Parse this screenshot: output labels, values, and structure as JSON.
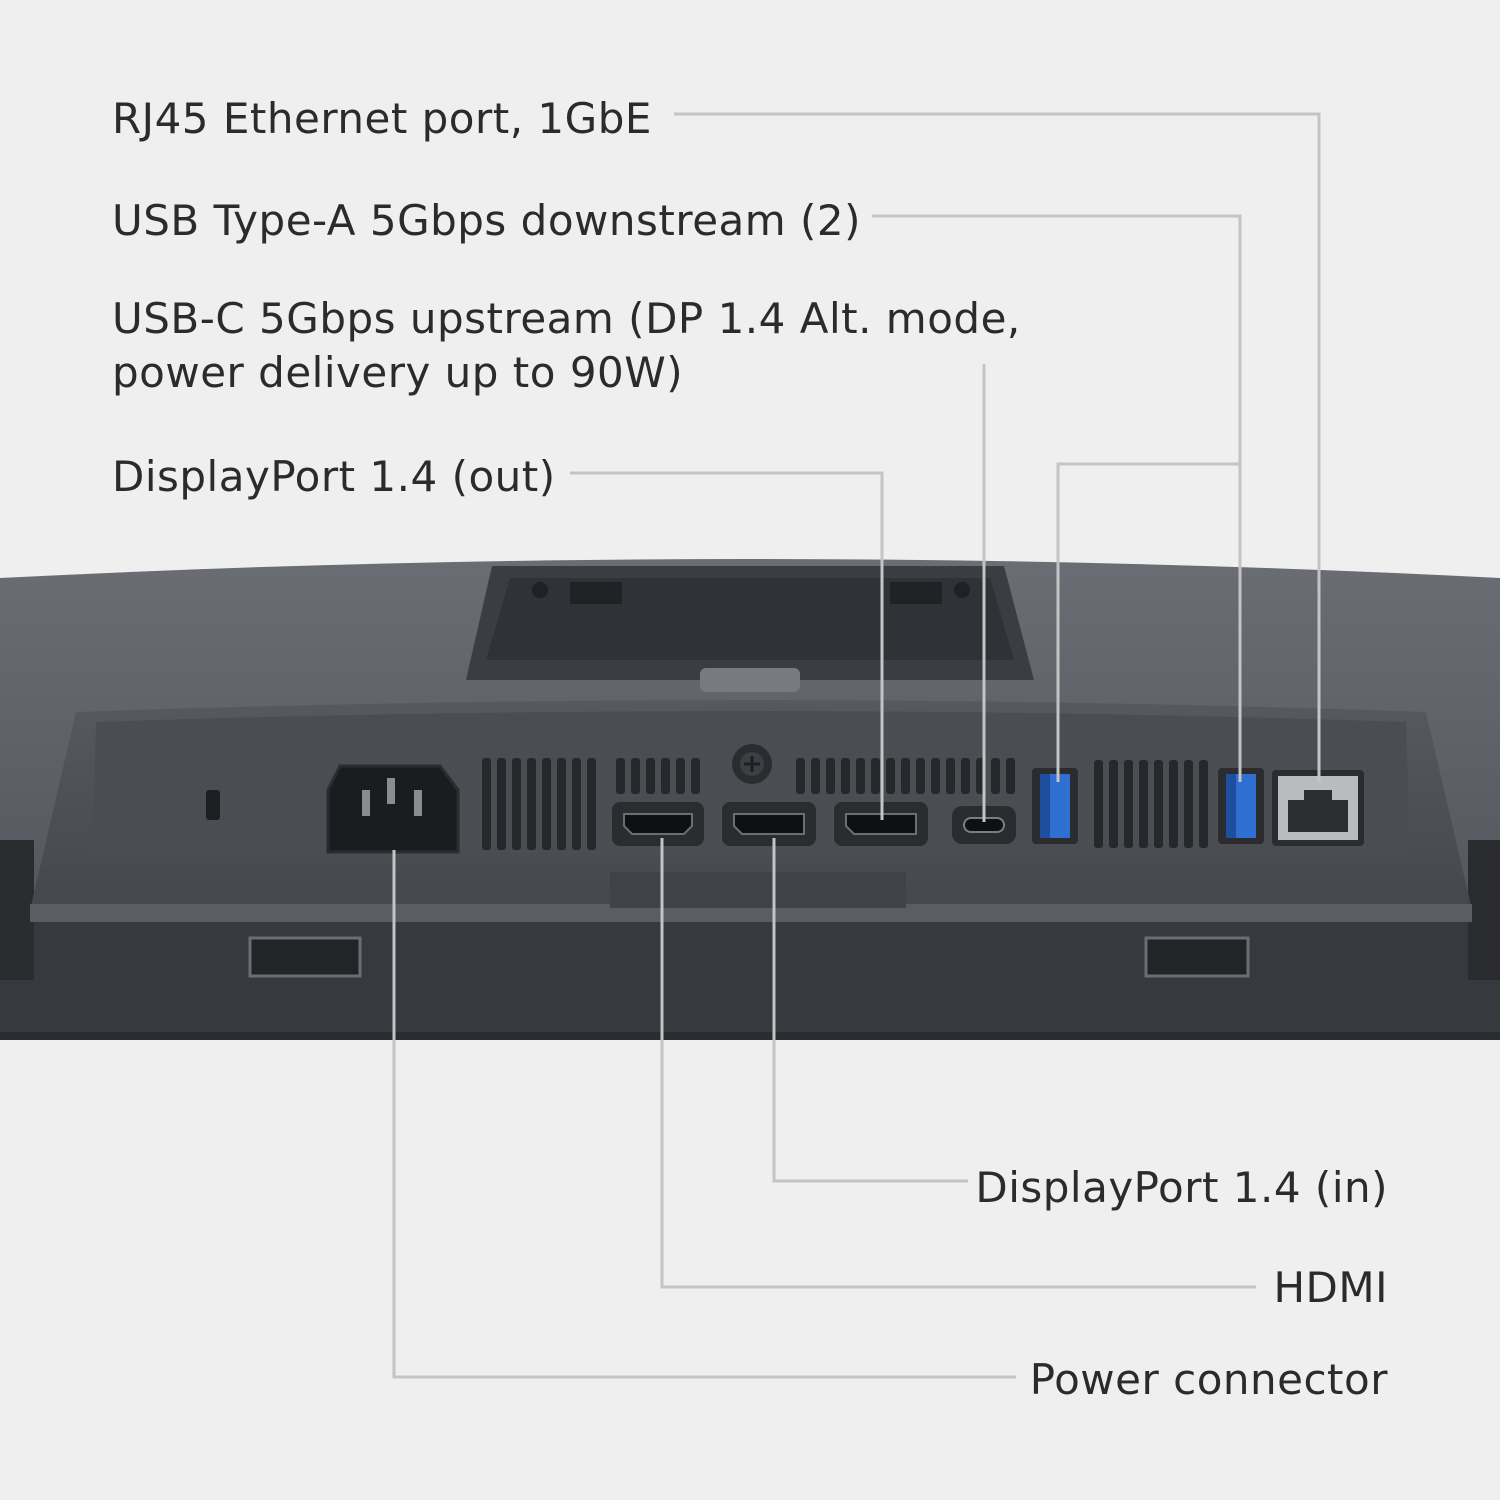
{
  "labels": {
    "rj45": "RJ45 Ethernet port, 1GbE",
    "usb_a": "USB Type-A 5Gbps downstream (2)",
    "usb_c_line1": "USB-C 5Gbps upstream (DP 1.4 Alt. mode,",
    "usb_c_line2": "power delivery up to 90W)",
    "dp_out": "DisplayPort 1.4 (out)",
    "dp_in": "DisplayPort 1.4 (in)",
    "hdmi": "HDMI",
    "power": "Power connector"
  },
  "colors": {
    "background": "#efefef",
    "leader_line": "#c4c4c4",
    "text": "#2b2b2b",
    "monitor_body": "#54575d",
    "usb_accent": "#2f6fd1"
  }
}
